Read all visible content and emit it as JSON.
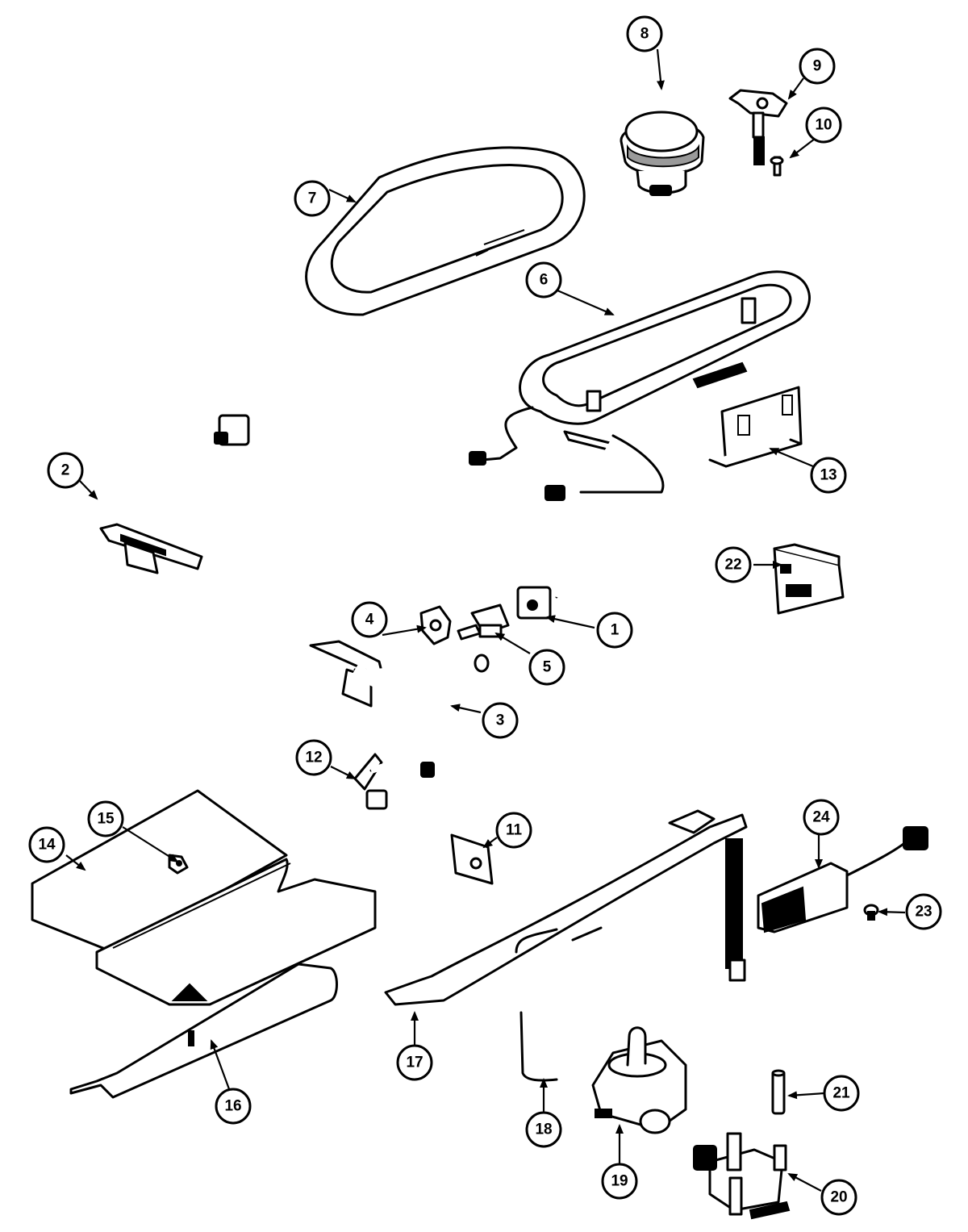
{
  "diagram": {
    "callouts": [
      {
        "label": "1"
      },
      {
        "label": "2"
      },
      {
        "label": "3"
      },
      {
        "label": "4"
      },
      {
        "label": "5"
      },
      {
        "label": "6"
      },
      {
        "label": "7"
      },
      {
        "label": "8"
      },
      {
        "label": "9"
      },
      {
        "label": "10"
      },
      {
        "label": "11"
      },
      {
        "label": "12"
      },
      {
        "label": "13"
      },
      {
        "label": "14"
      },
      {
        "label": "15"
      },
      {
        "label": "16"
      },
      {
        "label": "17"
      },
      {
        "label": "18"
      },
      {
        "label": "19"
      },
      {
        "label": "20"
      },
      {
        "label": "21"
      },
      {
        "label": "22"
      },
      {
        "label": "23"
      },
      {
        "label": "24"
      }
    ],
    "colors": {
      "line": "#000000",
      "background": "#ffffff",
      "shade": "#9a9a9a"
    }
  }
}
